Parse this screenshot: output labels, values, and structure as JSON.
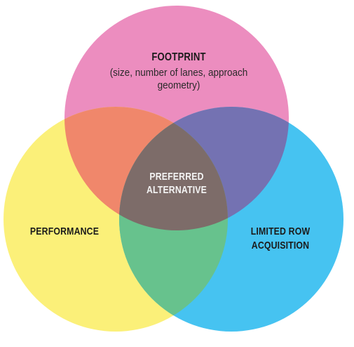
{
  "diagram": {
    "top": {
      "title": "FOOTPRINT",
      "subtitle_line1": "(size, number of lanes, approach",
      "subtitle_line2": "geometry)",
      "color": "#E94B8F"
    },
    "left": {
      "title": "PERFORMANCE",
      "color": "#FFF05A"
    },
    "right": {
      "title_line1": "LIMITED ROW",
      "title_line2": "ACQUISITION",
      "color": "#27B9EF"
    },
    "center": {
      "title_line1": "PREFERRED",
      "title_line2": "ALTERNATIVE"
    }
  }
}
